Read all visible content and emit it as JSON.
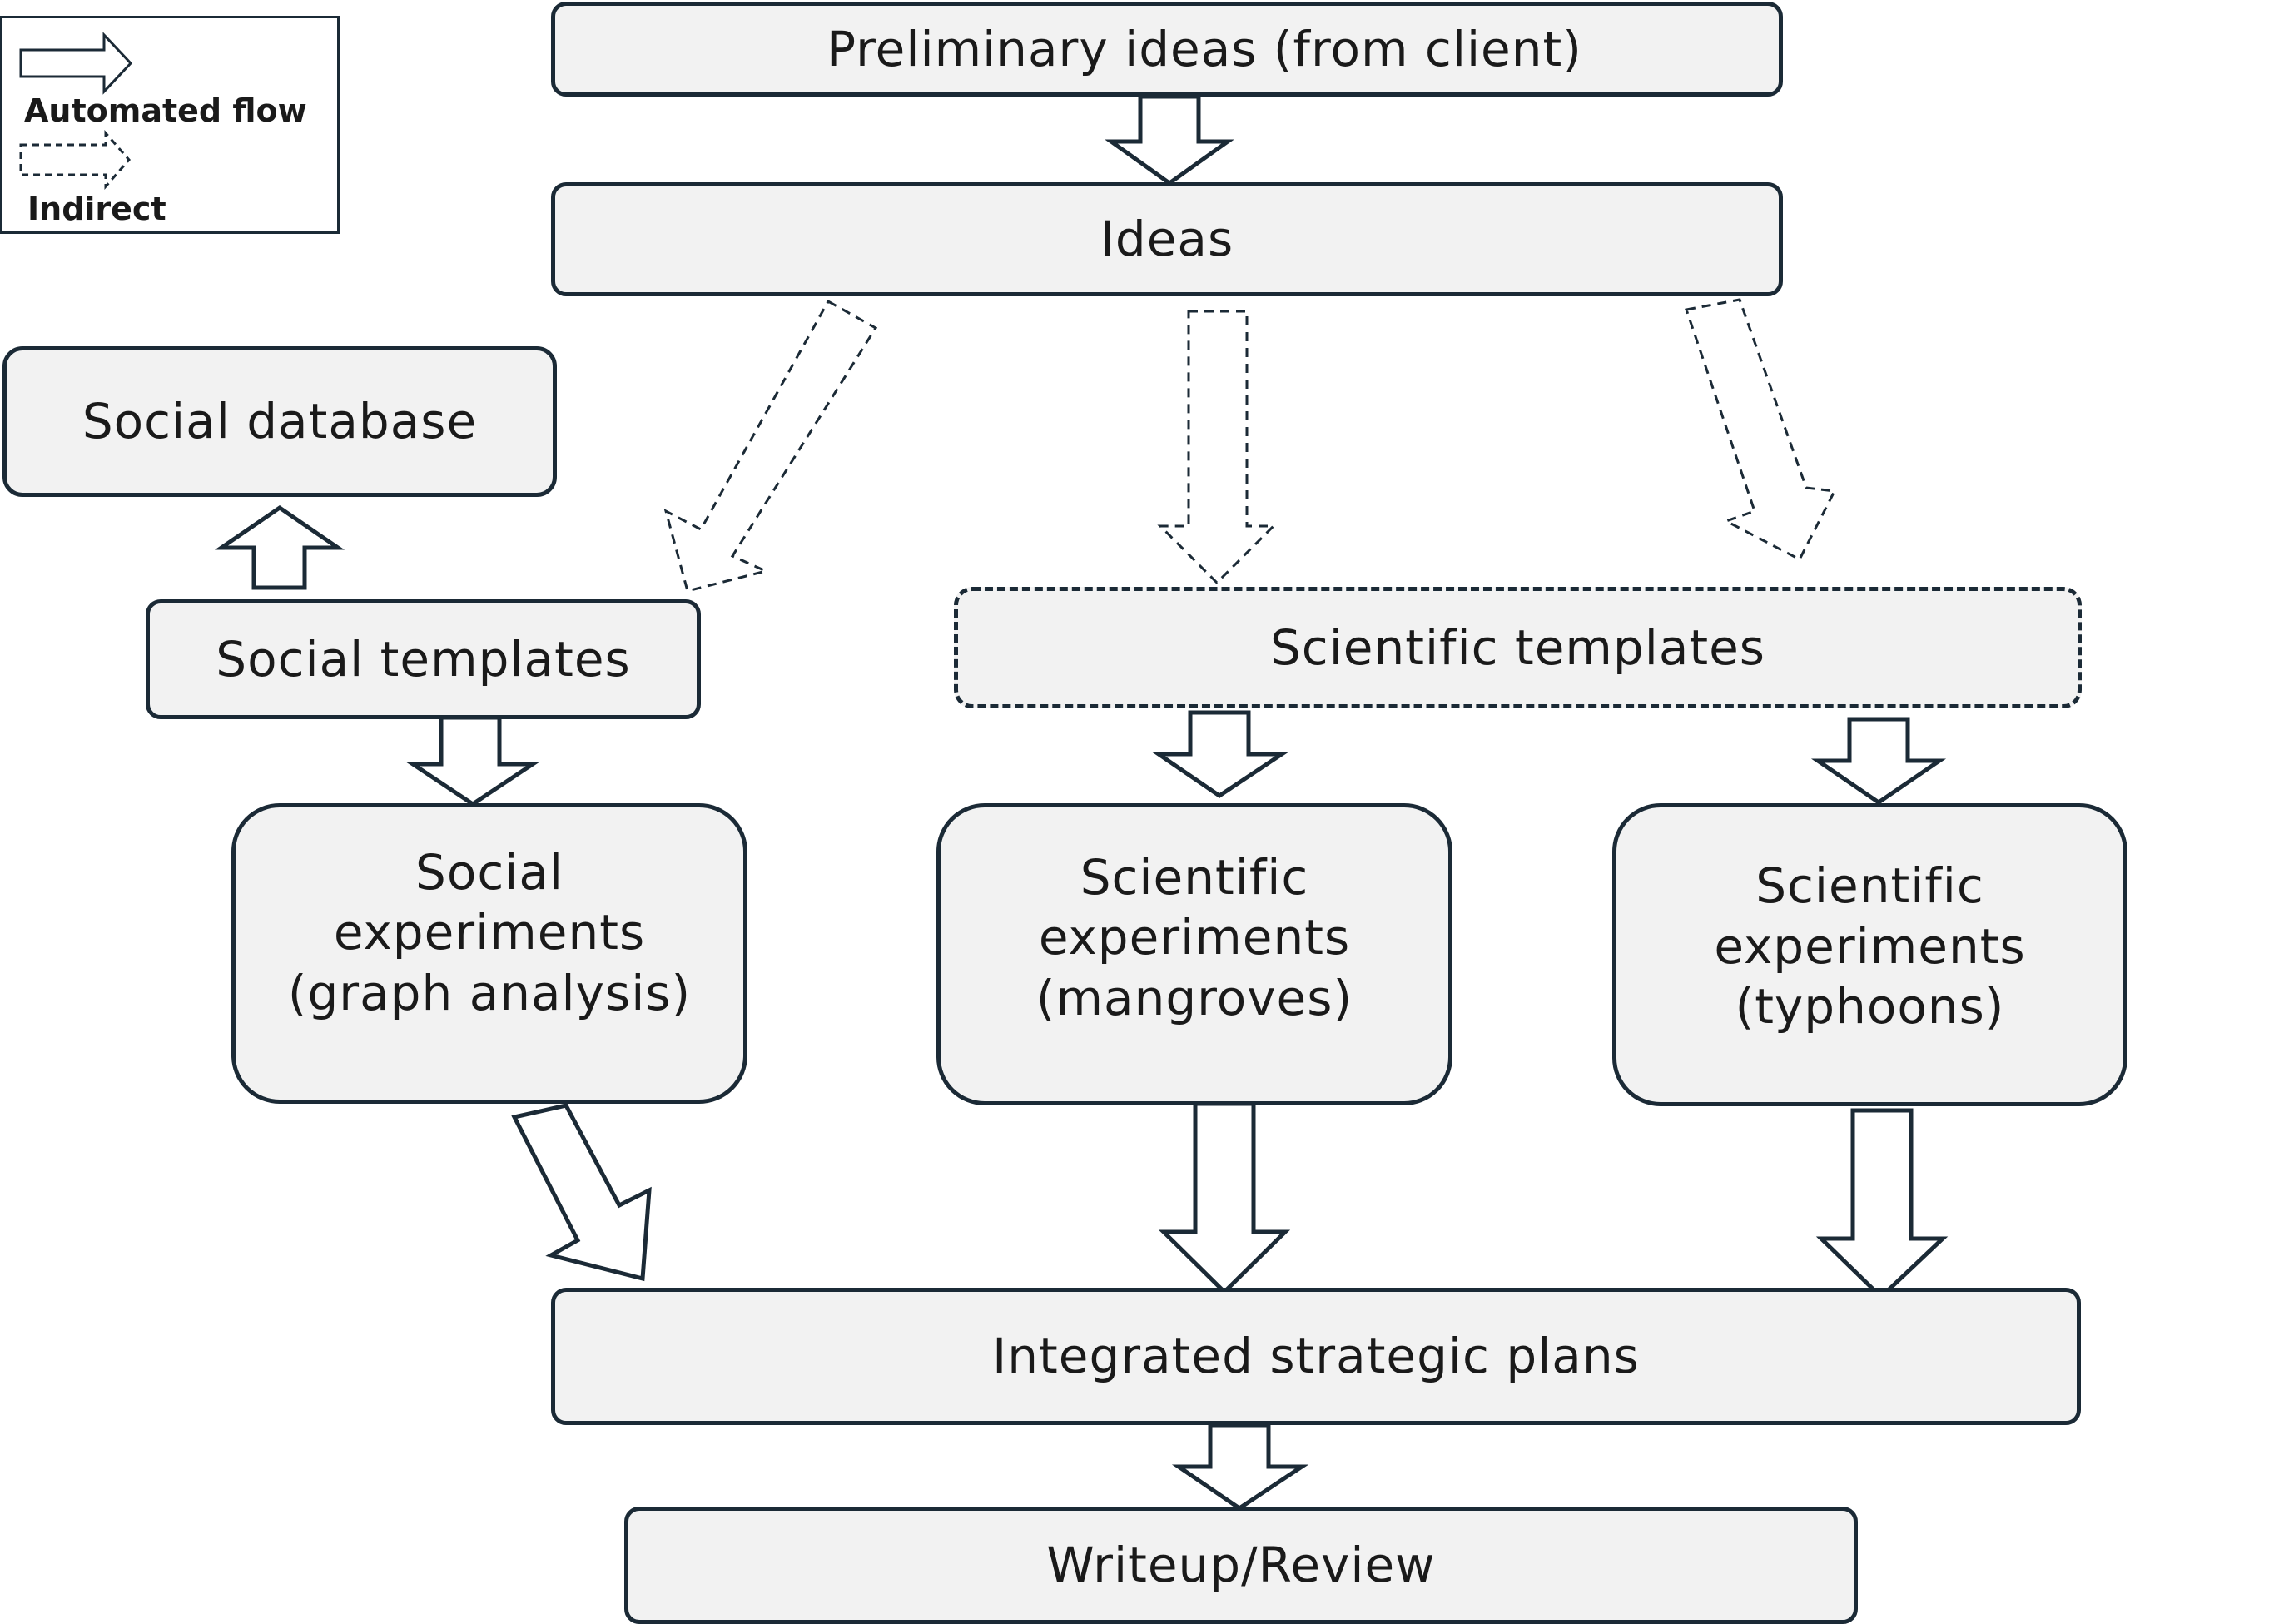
{
  "legend": {
    "automated_label": "Automated flow",
    "indirect_label": "Indirect"
  },
  "boxes": {
    "preliminary": "Preliminary ideas (from client)",
    "ideas": "Ideas",
    "social_database": "Social database",
    "social_templates": "Social templates",
    "scientific_templates": "Scientific templates",
    "social_experiments": [
      "Social",
      "experiments",
      "(graph analysis)"
    ],
    "scientific_mangroves": [
      "Scientific",
      "experiments",
      "(mangroves)"
    ],
    "scientific_typhoons": [
      "Scientific",
      "experiments",
      "(typhoons)"
    ],
    "integrated_plans": "Integrated strategic plans",
    "writeup_review": "Writeup/Review"
  },
  "colors": {
    "stroke": "#1b2a36",
    "fill": "#f2f2f2"
  }
}
